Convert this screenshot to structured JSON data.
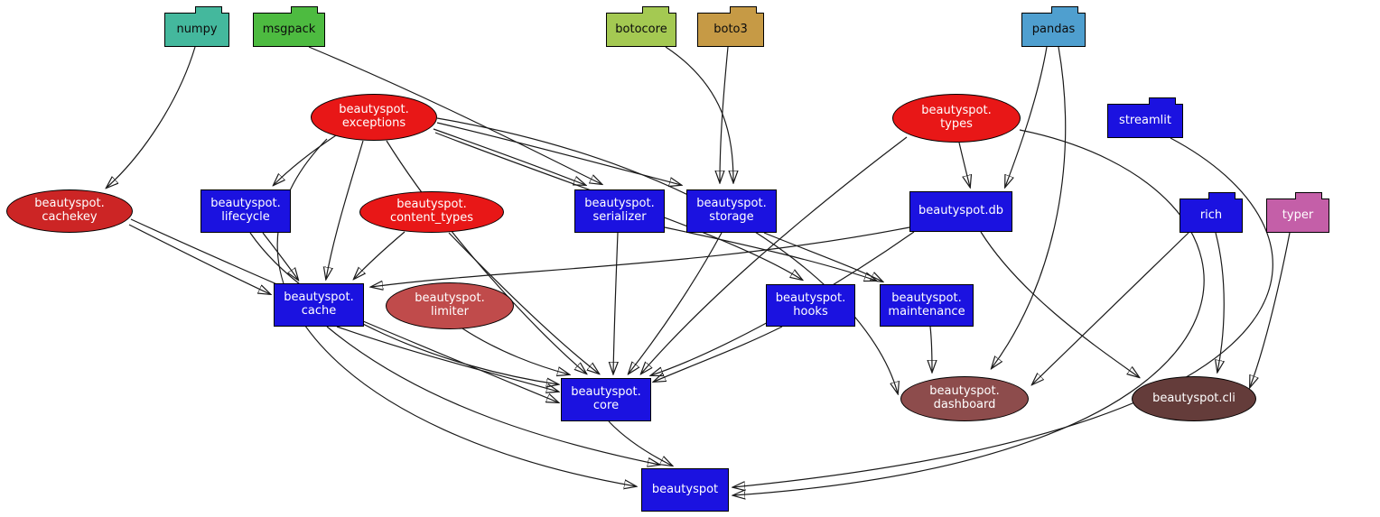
{
  "diagram": {
    "kind": "python-dependency-graph",
    "background": "#ffffff",
    "edge_stroke": "#1a1a1a",
    "nodes": [
      {
        "id": "numpy",
        "label": "numpy",
        "shape": "folder",
        "fill": "#44b89d",
        "text_color": "#0c0c0c"
      },
      {
        "id": "msgpack",
        "label": "msgpack",
        "shape": "folder",
        "fill": "#4dbb40",
        "text_color": "#0c0c0c"
      },
      {
        "id": "botocore",
        "label": "botocore",
        "shape": "folder",
        "fill": "#a4c952",
        "text_color": "#0c0c0c"
      },
      {
        "id": "boto3",
        "label": "boto3",
        "shape": "folder",
        "fill": "#c69a45",
        "text_color": "#0c0c0c"
      },
      {
        "id": "pandas",
        "label": "pandas",
        "shape": "folder",
        "fill": "#4f9fcf",
        "text_color": "#0c0c0c"
      },
      {
        "id": "streamlit",
        "label": "streamlit",
        "shape": "folder",
        "fill": "#1b12e0",
        "text_color": "#f2eeff"
      },
      {
        "id": "rich",
        "label": "rich",
        "shape": "folder",
        "fill": "#1b12e0",
        "text_color": "#f2eeff"
      },
      {
        "id": "typer",
        "label": "typer",
        "shape": "folder",
        "fill": "#c45fa8",
        "text_color": "#f2eeff"
      },
      {
        "id": "beautyspot.exceptions",
        "label": "beautyspot.\nexceptions",
        "shape": "ellipse",
        "fill": "#e81717",
        "text_color": "#f2eeff"
      },
      {
        "id": "beautyspot.types",
        "label": "beautyspot.\ntypes",
        "shape": "ellipse",
        "fill": "#e81717",
        "text_color": "#f2eeff"
      },
      {
        "id": "beautyspot.content_types",
        "label": "beautyspot.\ncontent_types",
        "shape": "ellipse",
        "fill": "#e81717",
        "text_color": "#f2eeff"
      },
      {
        "id": "beautyspot.cachekey",
        "label": "beautyspot.\ncachekey",
        "shape": "ellipse",
        "fill": "#cc2525",
        "text_color": "#f2eeff"
      },
      {
        "id": "beautyspot.limiter",
        "label": "beautyspot.\nlimiter",
        "shape": "ellipse",
        "fill": "#c04b4b",
        "text_color": "#f2eeff"
      },
      {
        "id": "beautyspot.lifecycle",
        "label": "beautyspot.\nlifecycle",
        "shape": "rect",
        "fill": "#1b12e0",
        "text_color": "#f2eeff"
      },
      {
        "id": "beautyspot.serializer",
        "label": "beautyspot.\nserializer",
        "shape": "rect",
        "fill": "#1b12e0",
        "text_color": "#f2eeff"
      },
      {
        "id": "beautyspot.storage",
        "label": "beautyspot.\nstorage",
        "shape": "rect",
        "fill": "#1b12e0",
        "text_color": "#f2eeff"
      },
      {
        "id": "beautyspot.db",
        "label": "beautyspot.db",
        "shape": "rect",
        "fill": "#1b12e0",
        "text_color": "#f2eeff"
      },
      {
        "id": "beautyspot.cache",
        "label": "beautyspot.\ncache",
        "shape": "rect",
        "fill": "#1b12e0",
        "text_color": "#f2eeff"
      },
      {
        "id": "beautyspot.hooks",
        "label": "beautyspot.\nhooks",
        "shape": "rect",
        "fill": "#1b12e0",
        "text_color": "#f2eeff"
      },
      {
        "id": "beautyspot.maintenance",
        "label": "beautyspot.\nmaintenance",
        "shape": "rect",
        "fill": "#1b12e0",
        "text_color": "#f2eeff"
      },
      {
        "id": "beautyspot.core",
        "label": "beautyspot.\ncore",
        "shape": "rect",
        "fill": "#1b12e0",
        "text_color": "#f2eeff"
      },
      {
        "id": "beautyspot.dashboard",
        "label": "beautyspot.\ndashboard",
        "shape": "ellipse",
        "fill": "#8d4c4c",
        "text_color": "#f2eeff"
      },
      {
        "id": "beautyspot.cli",
        "label": "beautyspot.cli",
        "shape": "ellipse",
        "fill": "#643c3a",
        "text_color": "#f2eeff"
      },
      {
        "id": "beautyspot",
        "label": "beautyspot",
        "shape": "rect",
        "fill": "#1b12e0",
        "text_color": "#f2eeff"
      }
    ],
    "edges": [
      {
        "from": "numpy",
        "to": "beautyspot.cachekey",
        "arrow_color": "#44b89d"
      },
      {
        "from": "msgpack",
        "to": "beautyspot.serializer",
        "arrow_color": "#4dbb40"
      },
      {
        "from": "botocore",
        "to": "beautyspot.storage",
        "arrow_color": "#a4c952"
      },
      {
        "from": "boto3",
        "to": "beautyspot.storage",
        "arrow_color": "#c69a45"
      },
      {
        "from": "pandas",
        "to": "beautyspot.db",
        "arrow_color": "#4f9fcf"
      },
      {
        "from": "pandas",
        "to": "beautyspot.dashboard",
        "arrow_color": "#4f9fcf"
      },
      {
        "from": "streamlit",
        "to": "beautyspot",
        "arrow_color": "#1b12e0"
      },
      {
        "from": "rich",
        "to": "beautyspot.dashboard",
        "arrow_color": "#1b12e0"
      },
      {
        "from": "rich",
        "to": "beautyspot.cli",
        "arrow_color": "#1b12e0"
      },
      {
        "from": "typer",
        "to": "beautyspot.cli",
        "arrow_color": "#c45fa8"
      },
      {
        "from": "beautyspot.exceptions",
        "to": "beautyspot.lifecycle",
        "arrow_color": "#e81717"
      },
      {
        "from": "beautyspot.exceptions",
        "to": "beautyspot.serializer",
        "arrow_color": "#e81717"
      },
      {
        "from": "beautyspot.exceptions",
        "to": "beautyspot.storage",
        "arrow_color": "#e81717"
      },
      {
        "from": "beautyspot.exceptions",
        "to": "beautyspot.cache",
        "arrow_color": "#e81717"
      },
      {
        "from": "beautyspot.exceptions",
        "to": "beautyspot.hooks",
        "arrow_color": "#e81717"
      },
      {
        "from": "beautyspot.exceptions",
        "to": "beautyspot.core",
        "arrow_color": "#e81717"
      },
      {
        "from": "beautyspot.exceptions",
        "to": "beautyspot.dashboard",
        "arrow_color": "#e81717"
      },
      {
        "from": "beautyspot.exceptions",
        "to": "beautyspot",
        "arrow_color": "#e81717"
      },
      {
        "from": "beautyspot.types",
        "to": "beautyspot.db",
        "arrow_color": "#e81717"
      },
      {
        "from": "beautyspot.types",
        "to": "beautyspot.core",
        "arrow_color": "#e81717"
      },
      {
        "from": "beautyspot.types",
        "to": "beautyspot",
        "arrow_color": "#e81717"
      },
      {
        "from": "beautyspot.content_types",
        "to": "beautyspot.cache",
        "arrow_color": "#e81717"
      },
      {
        "from": "beautyspot.content_types",
        "to": "beautyspot.core",
        "arrow_color": "#e81717"
      },
      {
        "from": "beautyspot.cachekey",
        "to": "beautyspot.cache",
        "arrow_color": "#c62828"
      },
      {
        "from": "beautyspot.cachekey",
        "to": "beautyspot.core",
        "arrow_color": "#c62828"
      },
      {
        "from": "beautyspot.limiter",
        "to": "beautyspot.core",
        "arrow_color": "#c04b4b"
      },
      {
        "from": "beautyspot.lifecycle",
        "to": "beautyspot.cache",
        "arrow_color": "#1b12e0"
      },
      {
        "from": "beautyspot.lifecycle",
        "to": "beautyspot.core",
        "arrow_color": "#1b12e0"
      },
      {
        "from": "beautyspot.serializer",
        "to": "beautyspot.core",
        "arrow_color": "#1b12e0"
      },
      {
        "from": "beautyspot.serializer",
        "to": "beautyspot.maintenance",
        "arrow_color": "#1b12e0"
      },
      {
        "from": "beautyspot.storage",
        "to": "beautyspot.maintenance",
        "arrow_color": "#1b12e0"
      },
      {
        "from": "beautyspot.storage",
        "to": "beautyspot.core",
        "arrow_color": "#1b12e0"
      },
      {
        "from": "beautyspot.db",
        "to": "beautyspot.cache",
        "arrow_color": "#1b12e0"
      },
      {
        "from": "beautyspot.db",
        "to": "beautyspot.core",
        "arrow_color": "#1b12e0"
      },
      {
        "from": "beautyspot.db",
        "to": "beautyspot.cli",
        "arrow_color": "#1b12e0"
      },
      {
        "from": "beautyspot.hooks",
        "to": "beautyspot.core",
        "arrow_color": "#1b12e0"
      },
      {
        "from": "beautyspot.maintenance",
        "to": "beautyspot.dashboard",
        "arrow_color": "#1b12e0"
      },
      {
        "from": "beautyspot.cache",
        "to": "beautyspot.core",
        "arrow_color": "#1b12e0"
      },
      {
        "from": "beautyspot.cache",
        "to": "beautyspot",
        "arrow_color": "#1b12e0"
      },
      {
        "from": "beautyspot.core",
        "to": "beautyspot",
        "arrow_color": "#1b12e0"
      }
    ]
  }
}
